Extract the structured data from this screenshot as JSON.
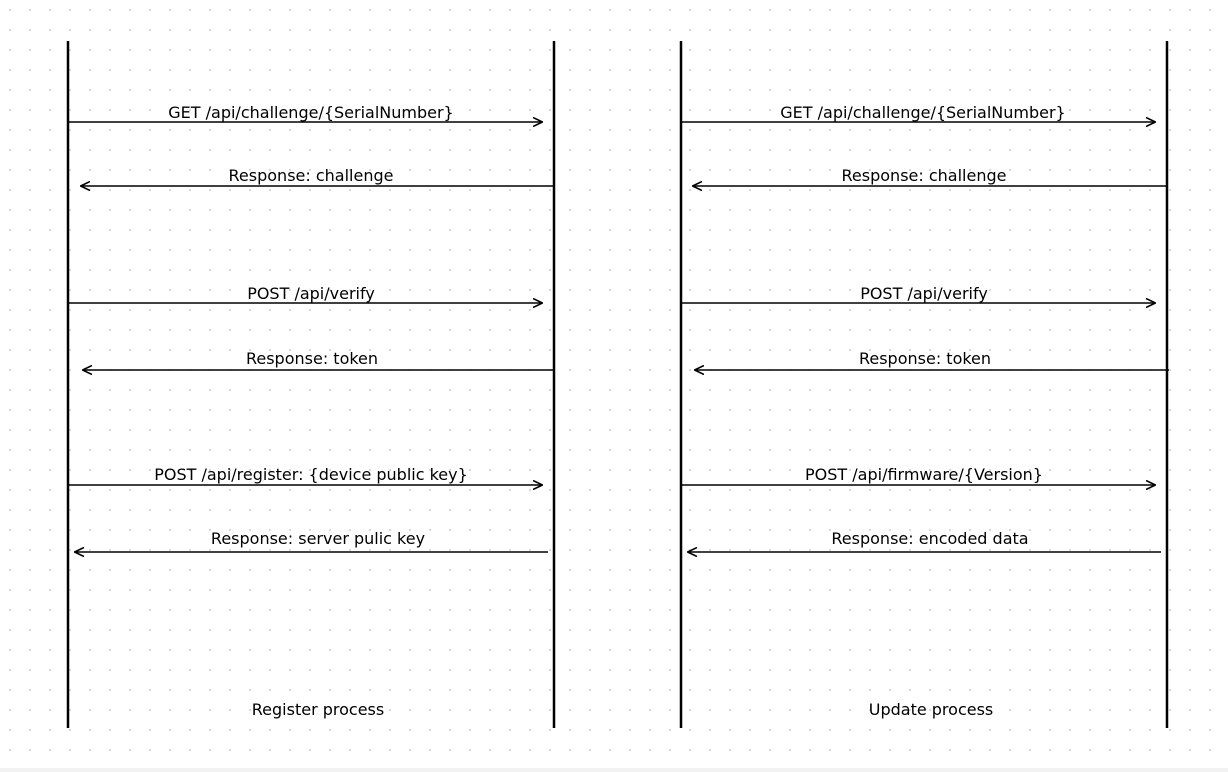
{
  "colors": {
    "line": "#000000",
    "text": "#000000",
    "background": "#ffffff",
    "grid_dots": "#d4d4d4"
  },
  "diagrams": [
    {
      "caption": "Register process",
      "messages": [
        {
          "label": "GET /api/challenge/{SerialNumber}",
          "direction": "right"
        },
        {
          "label": "Response: challenge",
          "direction": "left"
        },
        {
          "label": "POST /api/verify",
          "direction": "right"
        },
        {
          "label": "Response: token",
          "direction": "left"
        },
        {
          "label": "POST /api/register: {device public key}",
          "direction": "right"
        },
        {
          "label": "Response: server pulic key",
          "direction": "left"
        }
      ]
    },
    {
      "caption": "Update process",
      "messages": [
        {
          "label": "GET /api/challenge/{SerialNumber}",
          "direction": "right"
        },
        {
          "label": "Response: challenge",
          "direction": "left"
        },
        {
          "label": "POST /api/verify",
          "direction": "right"
        },
        {
          "label": "Response: token",
          "direction": "left"
        },
        {
          "label": "POST /api/firmware/{Version}",
          "direction": "right"
        },
        {
          "label": "Response: encoded data",
          "direction": "left"
        }
      ]
    }
  ]
}
